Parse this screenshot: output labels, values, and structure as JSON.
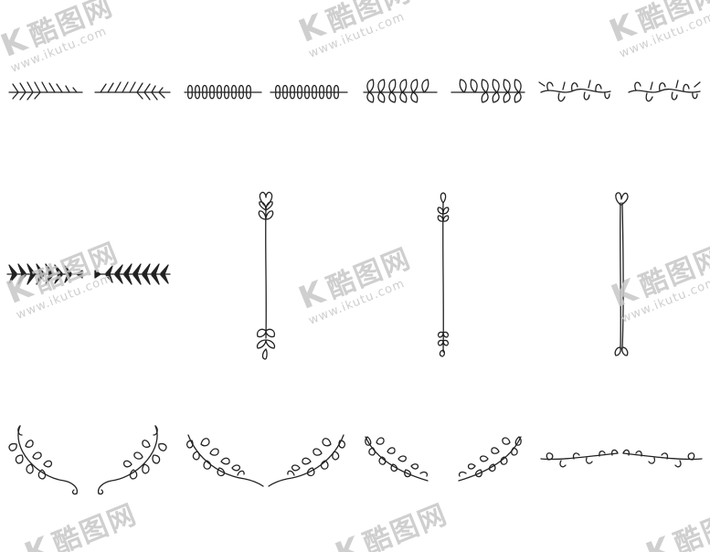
{
  "watermark": {
    "brand": "酷图网",
    "url": "www.ikutu.com",
    "mark": "K"
  },
  "art": {
    "stroke_color": "#222222",
    "watermark_color": "#c7c7c7",
    "background": "#ffffff"
  }
}
